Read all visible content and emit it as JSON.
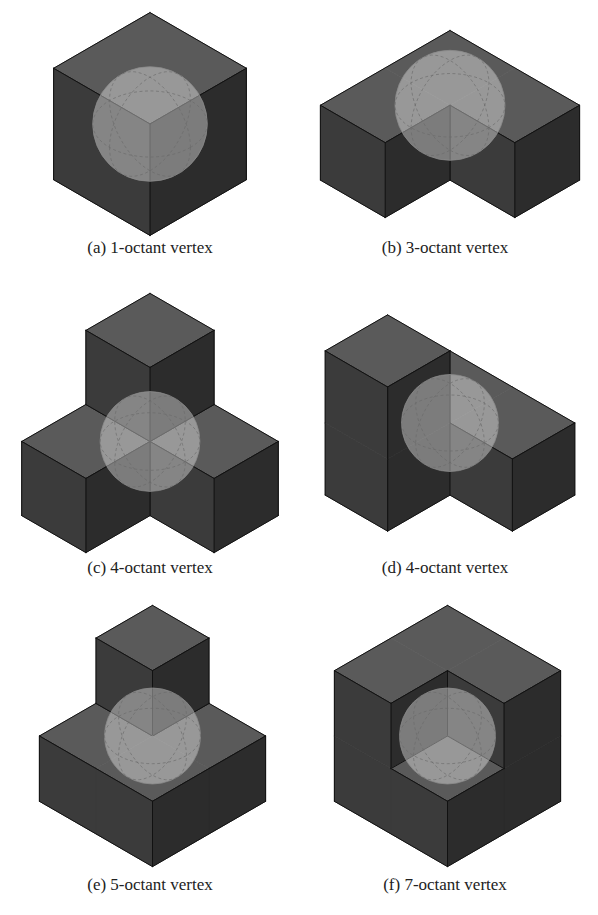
{
  "diagram": {
    "labels": [
      "(a) 1-octant vertex",
      "(b) 3-octant vertex",
      "(c) 4-octant vertex",
      "(d) 4-octant vertex",
      "(e) 5-octant vertex",
      "(f) 7-octant vertex"
    ]
  }
}
